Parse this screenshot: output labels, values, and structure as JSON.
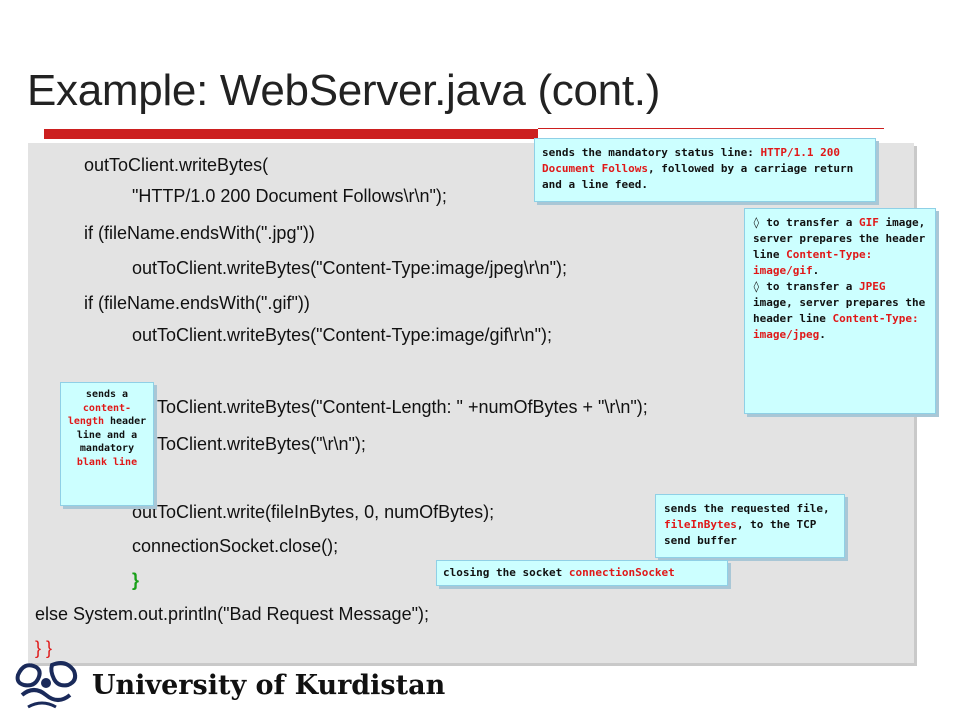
{
  "slide": {
    "title": "Example: WebServer.java (cont.)",
    "footer": "University of Kurdistan"
  },
  "code": {
    "l1": "outToClient.writeBytes(",
    "l2": "\"HTTP/1.0 200 Document Follows\\r\\n\");",
    "l3": "if (fileName.endsWith(\".jpg\"))",
    "l4": "outToClient.writeBytes(\"Content-Type:image/jpeg\\r\\n\");",
    "l5": "if (fileName.endsWith(\".gif\"))",
    "l6": "outToClient.writeBytes(\"Content-Type:image/gif\\r\\n\");",
    "l7": "outToClient.writeBytes(\"Content-Length: \" +numOfBytes + \"\\r\\n\");",
    "l8": "outToClient.writeBytes(\"\\r\\n\");",
    "l9": "outToClient.write(fileInBytes, 0, numOfBytes);",
    "l10": "connectionSocket.close();",
    "l11": "}",
    "l12": "else System.out.println(\"Bad Request Message\");",
    "l13": "} }"
  },
  "notes": {
    "status": {
      "p1": "sends the mandatory status line: ",
      "p2": "HTTP/1.1 200 Document Follows",
      "p3": ", followed by a carriage return and a line feed."
    },
    "types": {
      "a1": "◊ to transfer a ",
      "a2": "GIF",
      "a3": " image, server prepares the header line ",
      "a4": "Content-Type: image/gif",
      "a5": ".",
      "b1": "◊ to transfer a ",
      "b2": "JPEG",
      "b3": " image, server prepares the header line ",
      "b4": "Content-Type: image/jpeg",
      "b5": "."
    },
    "length": {
      "p1": "sends a ",
      "p2": "content-length",
      "p3": " header line and a mandatory ",
      "p4": "blank line"
    },
    "file": {
      "p1": "sends the requested file, ",
      "p2": "fileInBytes",
      "p3": ", to the TCP send buffer"
    },
    "close": {
      "p1": "closing the socket ",
      "p2": "connectionSocket"
    }
  },
  "colors": {
    "accent": "#cc1f1f",
    "highlight": "#e01818",
    "note_bg": "#ccffff",
    "panel_bg": "#e3e3e3",
    "brace": "#19a019"
  }
}
